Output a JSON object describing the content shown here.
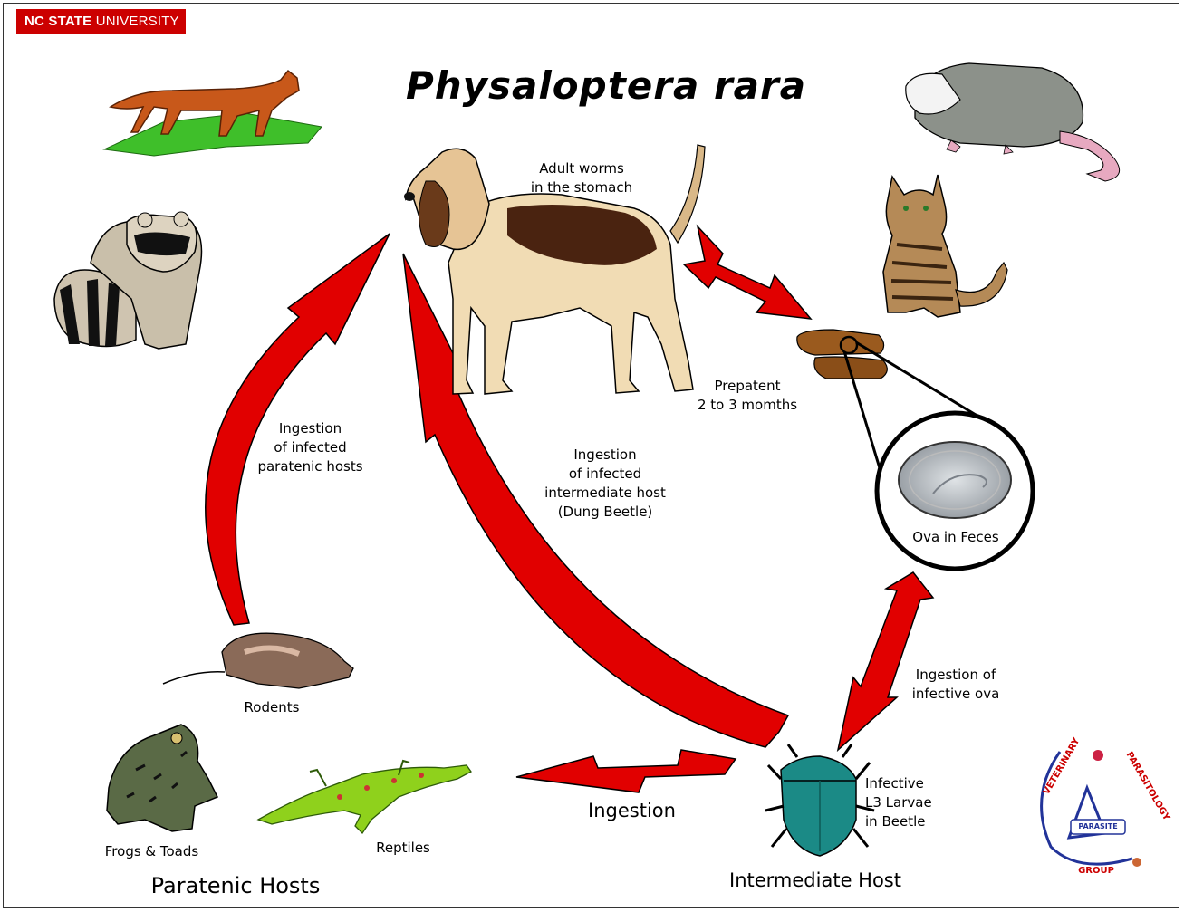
{
  "header": {
    "badge_bold": "NC STATE",
    "badge_rest": " UNIVERSITY"
  },
  "title": "Physaloptera rara",
  "labels": {
    "adult_worms_1": "Adult worms",
    "adult_worms_2": "in the stomach",
    "prepatent_1": "Prepatent",
    "prepatent_2": "2 to 3 momths",
    "ingest_intermediate_1": "Ingestion",
    "ingest_intermediate_2": "of infected",
    "ingest_intermediate_3": "intermediate host",
    "ingest_intermediate_4": "(Dung Beetle)",
    "ingest_paratenic_1": "Ingestion",
    "ingest_paratenic_2": "of infected",
    "ingest_paratenic_3": "paratenic hosts",
    "ova_in_feces": "Ova  in Feces",
    "ingest_ova_1": "Ingestion of",
    "ingest_ova_2": "infective ova",
    "infective_1": "Infective",
    "infective_2": "L3 Larvae",
    "infective_3": "in Beetle",
    "ingestion": "Ingestion",
    "intermediate_host": "Intermediate Host",
    "paratenic_hosts": "Paratenic Hosts",
    "rodents": "Rodents",
    "frogs_toads": "Frogs & Toads",
    "reptiles": "Reptiles"
  },
  "logo": {
    "word_top_left": "VETERINARY",
    "word_top_right": "PARASITOLOGY",
    "word_bottom": "GROUP",
    "center": "PARASITE"
  },
  "colors": {
    "arrow": "#e10000",
    "badge": "#cc0000"
  }
}
